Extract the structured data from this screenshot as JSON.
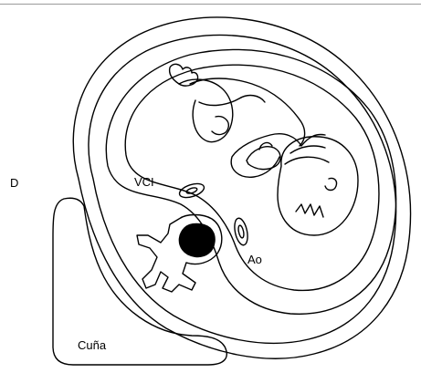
{
  "labels": {
    "side": "D",
    "vena_cava": "VCI",
    "aorta": "Ao",
    "wedge": "Cuña"
  },
  "colors": {
    "stroke": "#000000",
    "fill": "#ffffff",
    "vertebral_canal": "#000000"
  }
}
